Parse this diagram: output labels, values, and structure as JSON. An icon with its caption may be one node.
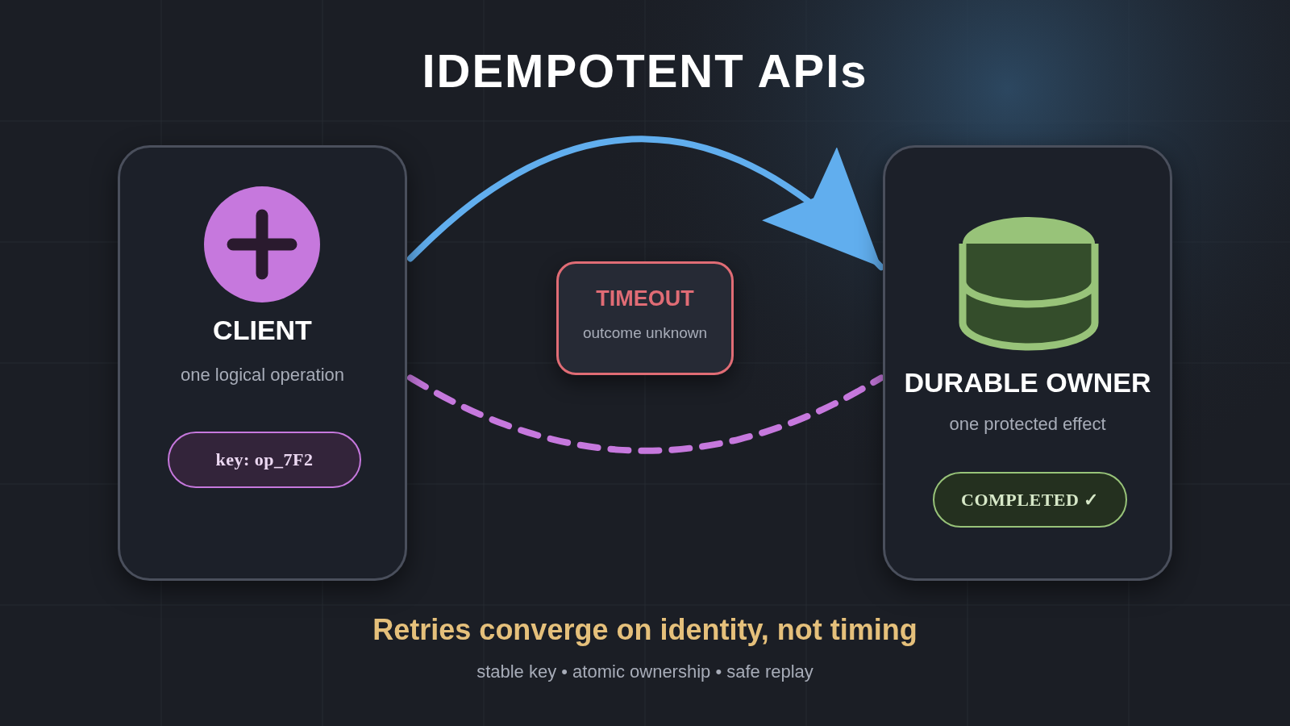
{
  "diagram": {
    "title": "IDEMPOTENT APIs",
    "nodes": [
      {
        "text": [
          "CLIENT",
          "one logical operation"
        ]
      },
      {
        "text": [
          "key: op_7F2"
        ],
        "in": 0
      },
      {
        "text": [
          "TIMEOUT",
          "outcome unknown"
        ]
      },
      {
        "text": [
          "DURABLE OWNER",
          "one protected effect"
        ]
      },
      {
        "text": [
          "COMPLETED ✓"
        ],
        "in": 3
      }
    ],
    "edges": [
      {
        "from": 0,
        "to": 3,
        "arrow": "to",
        "color": "#61aeee"
      },
      {
        "from": 0,
        "to": 3,
        "arrow": "none",
        "style": "dashed",
        "color": "#c678dd"
      }
    ],
    "labels": [
      "Retries converge on identity, not timing",
      "stable key • atomic ownership • safe replay"
    ]
  }
}
